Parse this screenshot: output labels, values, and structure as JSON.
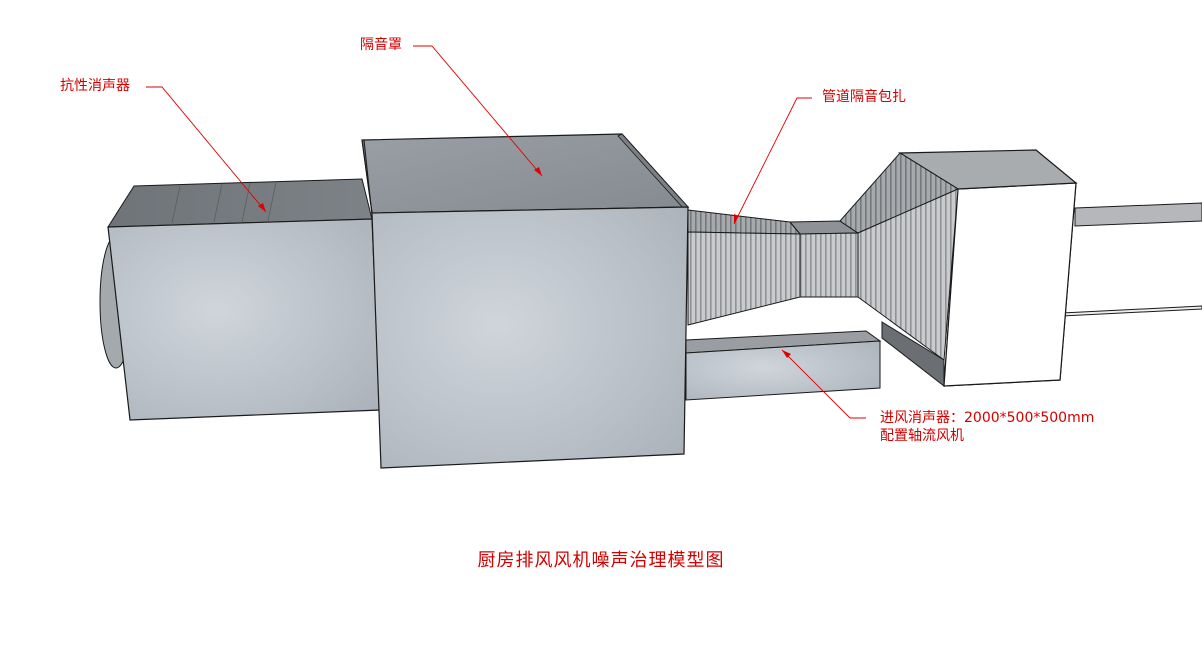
{
  "labels": {
    "reactive_muffler": "抗性消声器",
    "acoustic_enclosure": "隔音罩",
    "duct_wrap": "管道隔音包扎",
    "intake_muffler_line1": "进风消声器：2000*500*500mm",
    "intake_muffler_line2": "配置轴流风机"
  },
  "caption": "厨房排风风机噪声治理模型图",
  "colors": {
    "label_text": "#d40000",
    "leader_line": "#e00000",
    "metal_face": "#b8c0c8",
    "metal_top": "#8e949b",
    "white_box": "#ffffff",
    "outline": "#1a1a1a"
  }
}
